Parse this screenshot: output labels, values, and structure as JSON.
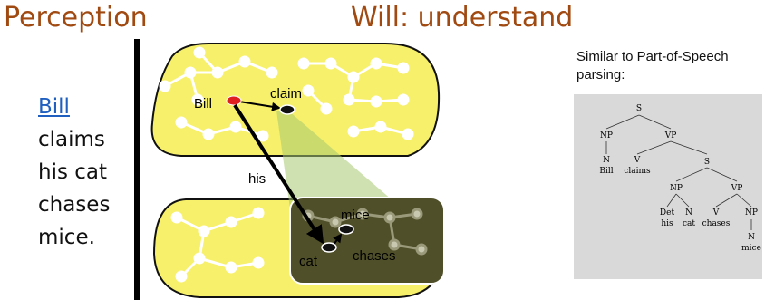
{
  "titles": {
    "left": "Perception",
    "right": "Will: understand"
  },
  "sentence": {
    "first_word": "Bill",
    "lines": [
      "claims",
      "his cat",
      "chases",
      "mice."
    ]
  },
  "diagram": {
    "top_labels": {
      "bill": "Bill",
      "claim": "claim"
    },
    "middle_label": "his",
    "bottom_labels": {
      "mice": "mice",
      "cat": "cat",
      "chases": "chases"
    }
  },
  "note": {
    "line1": "Similar to Part-of-Speech",
    "line2": "parsing:"
  },
  "parse_tree": {
    "root": "S",
    "np1": "NP",
    "vp1": "VP",
    "n1": "N",
    "bill": "Bill",
    "v1": "V",
    "claims": "claims",
    "s2": "S",
    "np2": "NP",
    "vp2": "VP",
    "det": "Det",
    "his": "his",
    "n2": "N",
    "cat": "cat",
    "v2": "V",
    "chases": "chases",
    "np3": "NP",
    "n3": "N",
    "mice": "mice"
  },
  "colors": {
    "title": "#a04a12",
    "link": "#1f5fbf",
    "layer_fill": "#f7f06a",
    "tree_bg": "#d9d9d9",
    "highlight_node": "#e02020"
  }
}
